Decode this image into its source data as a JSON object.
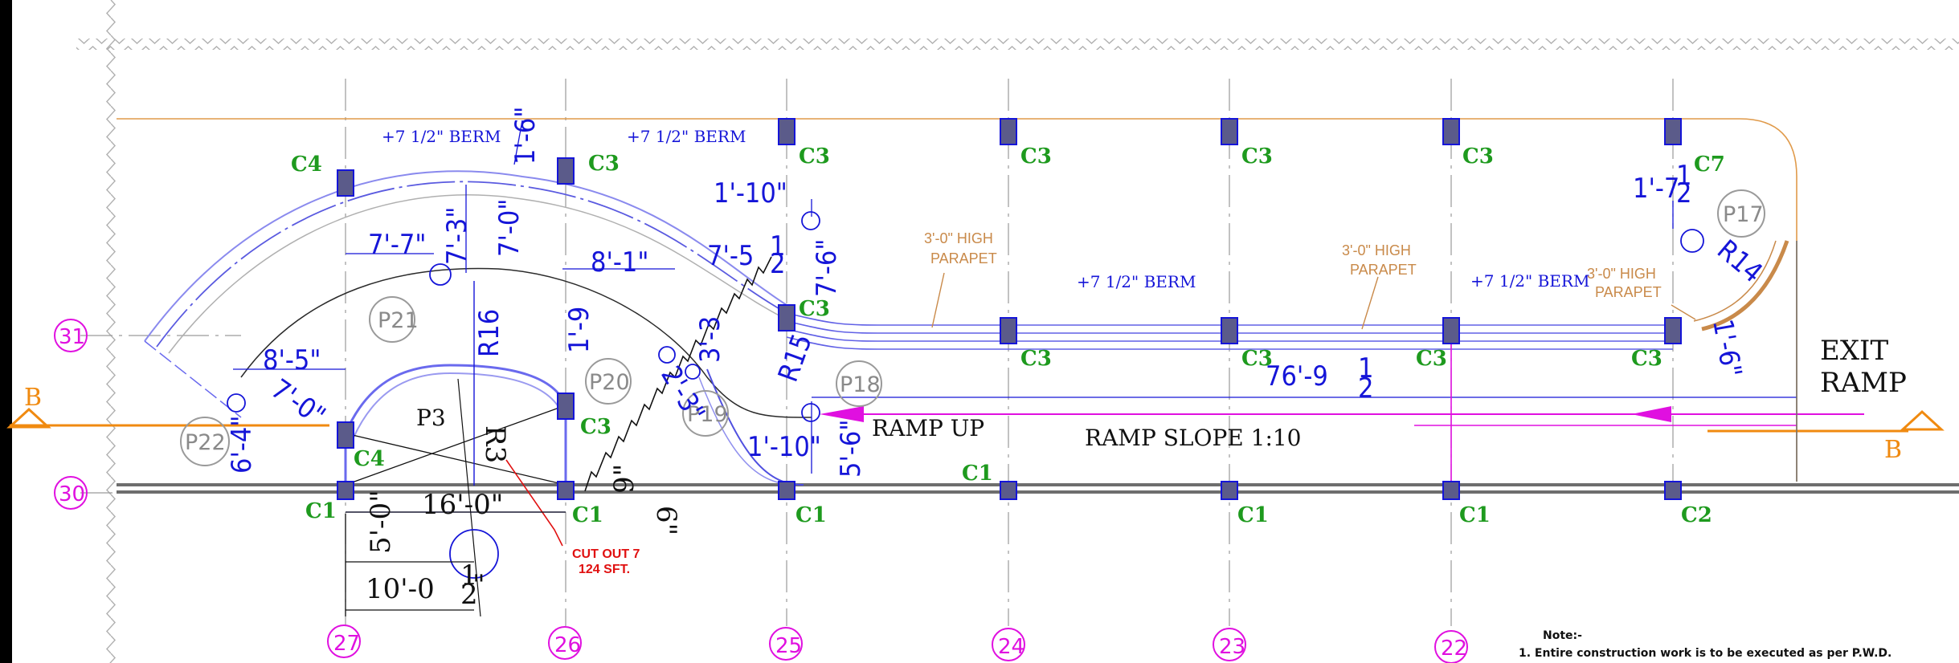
{
  "grid_numbers": [
    "27",
    "26",
    "25",
    "24",
    "23",
    "22"
  ],
  "row_numbers": [
    "31",
    "30"
  ],
  "section_marker": "B",
  "exit_label": [
    "EXIT",
    "RAMP"
  ],
  "ramp_up": "RAMP UP",
  "ramp_slope": "RAMP SLOPE 1:10",
  "berm": "+7 1/2\" BERM",
  "parapet": [
    "3'-0\" HIGH",
    "PARAPET"
  ],
  "cutout": [
    "CUT OUT 7",
    "124 SFT."
  ],
  "note_title": "Note:-",
  "note_line": "1. Entire construction work is to be executed as per P.W.D.",
  "columns": {
    "c1": "C1",
    "c2": "C2",
    "c3": "C3",
    "c4": "C4",
    "c7": "C7"
  },
  "panels": {
    "p3": "P3",
    "p17": "P17",
    "p18": "P18",
    "p19": "P19",
    "p20": "P20",
    "p21": "P21",
    "p22": "P22"
  },
  "dims": {
    "d_7_7": "7'-7\"",
    "d_7_3": "7'-3\"",
    "d_1_6": "1'-6\"",
    "d_7_0a": "7'-0\"",
    "d_8_1": "8'-1\"",
    "d_1_9": "1'-9",
    "d_7_5": "7'-5",
    "d_1_10a": "1'-10\"",
    "d_7_6": "7'-6\"",
    "d_r16": "R16",
    "d_r15": "R15",
    "d_r3": "R3",
    "d_r14": "R14",
    "d_8_5": "8'-5\"",
    "d_7_0b": "7'-0\"",
    "d_6_4": "6'-4\"",
    "d_2_3": "2'-3\"",
    "d_3_3": "3'-3",
    "d_1_10b": "1'-10\"",
    "d_5_6": "5'-6\"",
    "d_9": "9\"",
    "d_6": "6\"",
    "d_16_0": "16'-0\"",
    "d_5_0": "5'-0\"",
    "d_10_0": "10'-0",
    "d_76_9": "76'-9",
    "d_1_7": "1'-7",
    "d_1_6b": "1'-6\"",
    "frac_num": "1",
    "frac_den": "2",
    "inch": "\""
  }
}
